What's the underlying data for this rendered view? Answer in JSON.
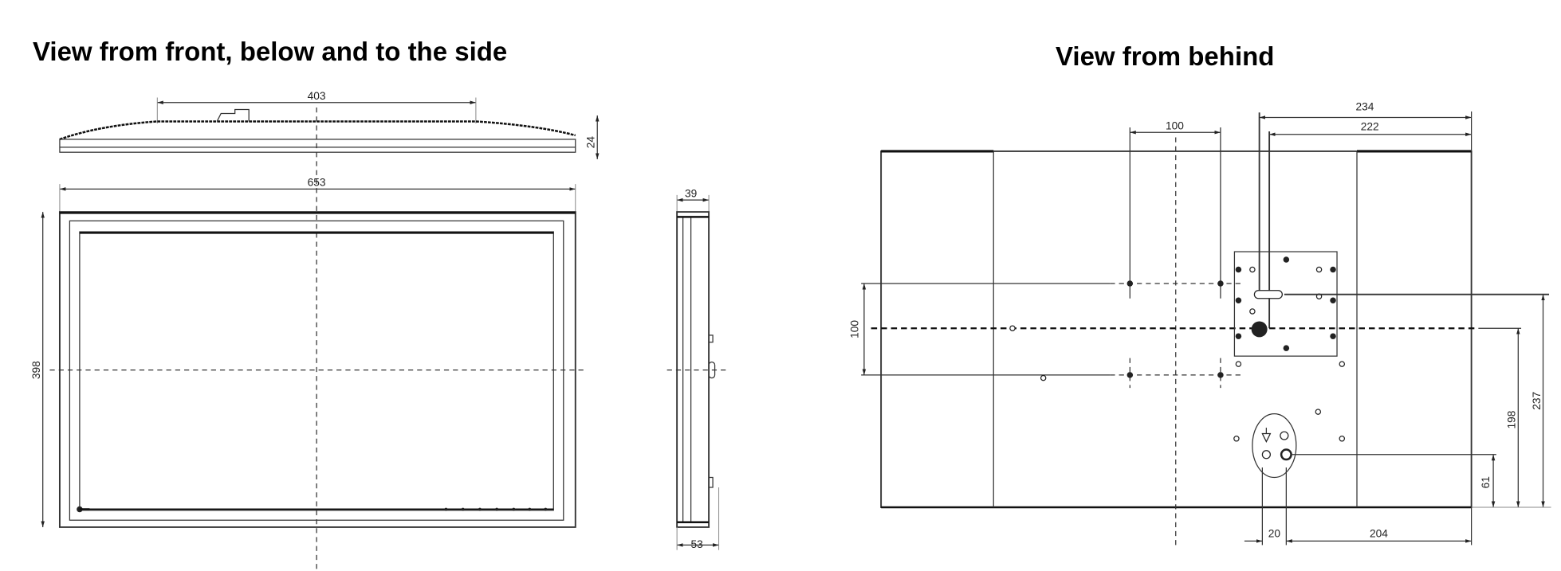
{
  "titles": {
    "front": "View from front, below and to the side",
    "rear": "View from behind"
  },
  "front_view": {
    "top_mount_width": "403",
    "top_depth": "24",
    "overall_width": "653",
    "overall_height": "398"
  },
  "side_view": {
    "frame_depth": "39",
    "total_depth": "53"
  },
  "rear_view": {
    "vesa_horizontal": "100",
    "vesa_vertical": "100",
    "slot_from_right": "234",
    "mount_from_right": "222",
    "slot_height": "237",
    "center_height": "198",
    "connector_height": "61",
    "connector_spacing": "20",
    "connector_from_right": "204"
  }
}
